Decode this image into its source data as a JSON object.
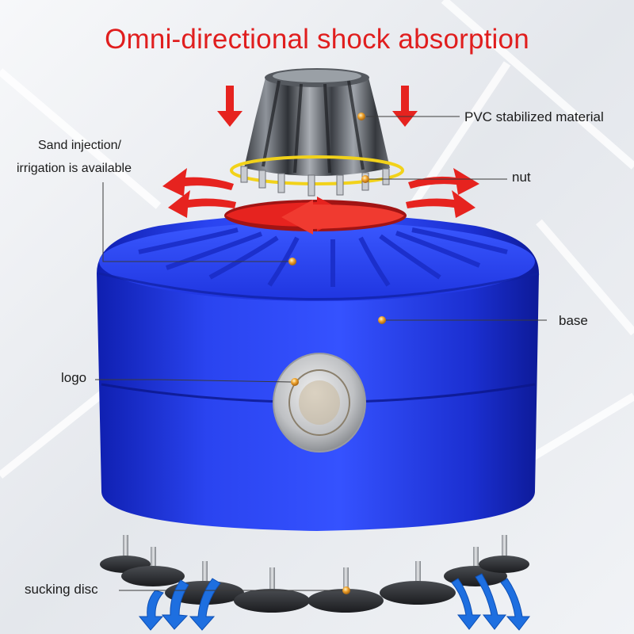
{
  "title": "Omni-directional shock absorption",
  "callouts": {
    "pvc": "PVC stabilized material",
    "sand_line1": "Sand injection/",
    "sand_line2": "irrigation is available",
    "nut": "nut",
    "base": "base",
    "logo": "logo",
    "sucking_disc": "sucking disc"
  },
  "colors": {
    "title": "#e01e1e",
    "base_blue": "#1f35e6",
    "arrow_red": "#e6231f",
    "arrow_blue": "#1e6fe0",
    "nut_ring": "#f2d21a",
    "callout_dot": "#e8a530"
  },
  "icons": {
    "down_arrows": "red-down-arrow-icon",
    "curved_arrows": "red-curved-arrow-icon",
    "rotation": "red-rotation-arrow-icon",
    "suction_arrows": "blue-down-arrow-icon"
  }
}
